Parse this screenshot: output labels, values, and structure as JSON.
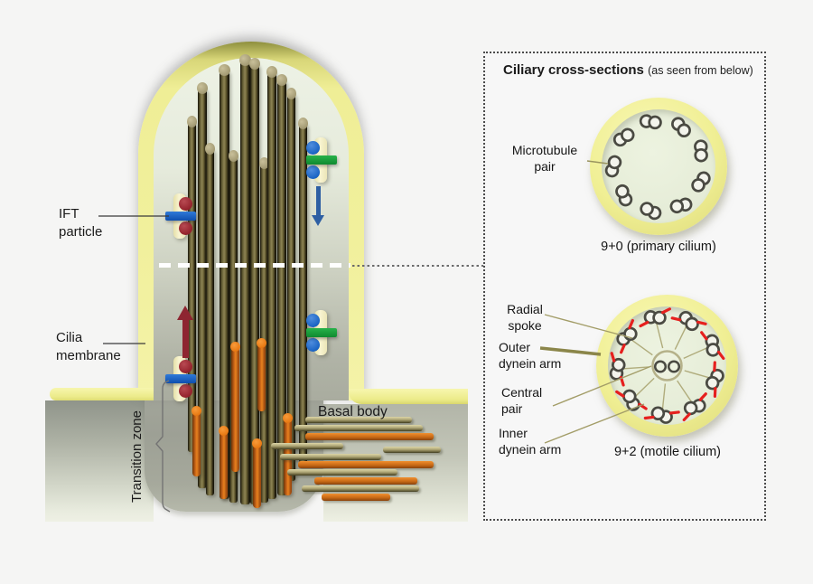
{
  "diagram": {
    "ift_particle_label": [
      "IFT",
      "particle"
    ],
    "cilia_membrane_label": [
      "Cilia",
      "membrane"
    ],
    "transition_zone_label": "Transition zone",
    "basal_body_label": "Basal body"
  },
  "panel": {
    "title": "Ciliary cross-sections",
    "subtitle": "(as seen from below)",
    "primary": {
      "microtubule_pair_label": [
        "Microtubule",
        "pair"
      ],
      "caption": "9+0 (primary cilium)",
      "microtubule_pairs": 9
    },
    "motile": {
      "radial_spoke_label": [
        "Radial",
        "spoke"
      ],
      "outer_dynein_label": [
        "Outer",
        "dynein arm"
      ],
      "central_pair_label": [
        "Central",
        "pair"
      ],
      "inner_dynein_label": [
        "Inner",
        "dynein arm"
      ],
      "caption": "9+2 (motile cilium)",
      "microtubule_pairs": 9,
      "central_pair_count": 2
    }
  },
  "colors": {
    "membrane_yellow": "#eeec92",
    "cell_gray": "#a9ac9f",
    "microtubule_olive": "#786f3d",
    "microtubule_tip_tan": "#b5ac84",
    "orange_rod": "#d97b1d",
    "ift_body_cream": "#f3eec6",
    "ift_bar_blue": "#1563c0",
    "ift_cargo_red": "#99242e",
    "ift_bar_green": "#17a33c",
    "ift_cargo_blue": "#1a67c9",
    "arrow_red": "#8e2531",
    "arrow_blue": "#2e5fa3",
    "cross_section_fill": "#e7eedb",
    "pair_stroke": "#4a4a42",
    "dynein_red": "#e6201e",
    "spoke_olive": "#b0ac7c",
    "panel_border": "#4b4b4b"
  }
}
